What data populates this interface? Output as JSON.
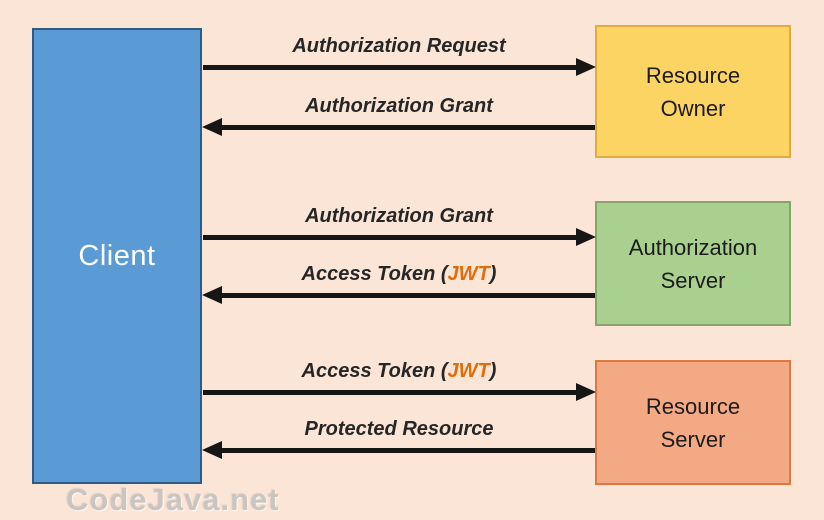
{
  "canvas": {
    "background_color": "#fbe5d6",
    "arrow_color": "#161616",
    "label_text_color": "#262626",
    "jwt_accent_color": "#e36c0a"
  },
  "client": {
    "label": "Client",
    "fill": "#5b9bd5",
    "border": "#2f5a83",
    "text_color": "#ffffff"
  },
  "entities": [
    {
      "name": "resource-owner",
      "line1": "Resource",
      "line2": "Owner",
      "fill": "#fcd463",
      "border": "#e3aa3c"
    },
    {
      "name": "authorization-server",
      "line1": "Authorization",
      "line2": "Server",
      "fill": "#a9d08f",
      "border": "#86a56b"
    },
    {
      "name": "resource-server",
      "line1": "Resource",
      "line2": "Server",
      "fill": "#f3a983",
      "border": "#e0773d"
    }
  ],
  "flows": [
    {
      "pre": "Authorization Request",
      "jwt": "",
      "post": "",
      "direction": "right"
    },
    {
      "pre": "Authorization Grant",
      "jwt": "",
      "post": "",
      "direction": "left"
    },
    {
      "pre": "Authorization Grant",
      "jwt": "",
      "post": "",
      "direction": "right"
    },
    {
      "pre": "Access Token (",
      "jwt": "JWT",
      "post": ")",
      "direction": "left"
    },
    {
      "pre": "Access Token (",
      "jwt": "JWT",
      "post": ")",
      "direction": "right"
    },
    {
      "pre": "Protected Resource",
      "jwt": "",
      "post": "",
      "direction": "left"
    }
  ],
  "watermark": {
    "text": "CodeJava.net"
  }
}
